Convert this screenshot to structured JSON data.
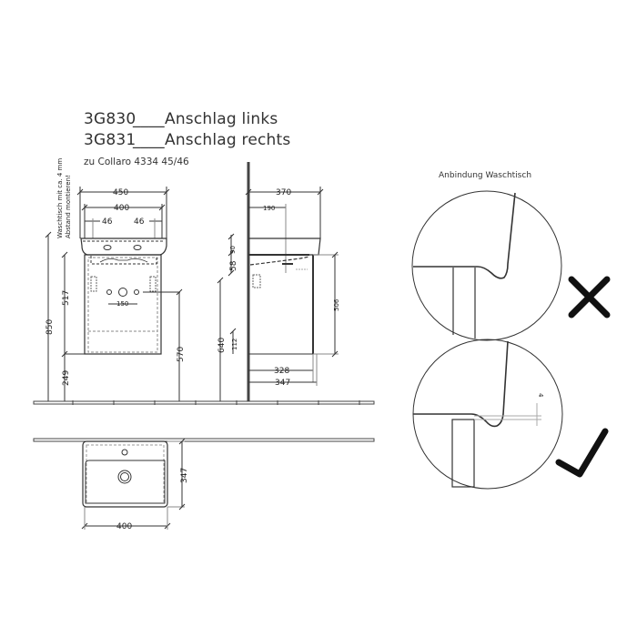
{
  "header": {
    "line1_code": "3G830",
    "line1_label": "Anschlag links",
    "line2_code": "3G831",
    "line2_label": "Anschlag rechts",
    "subtitle": "zu Collaro 4334 45/46",
    "separator": "____"
  },
  "front_view": {
    "side_note_line1": "Waschtisch mit ca. 4 mm",
    "side_note_line2": "Abstand montieren!",
    "dims": {
      "overall_width": "450",
      "basin_width": "400",
      "left_offset": "46",
      "right_offset": "46",
      "total_height": "850",
      "cabinet_height": "517",
      "floor_clearance": "249",
      "drain_height": "570",
      "drain_spacing": "150"
    }
  },
  "side_view": {
    "dims": {
      "depth": "370",
      "drain_center": "190",
      "basin_height": "90",
      "gap": "58",
      "cabinet_height": "506",
      "mount_height": "640",
      "bottom_offset": "112",
      "inner_depth": "328",
      "outer_depth": "347"
    }
  },
  "top_view": {
    "dims": {
      "width": "400",
      "depth": "347"
    }
  },
  "detail": {
    "title": "Anbindung Waschtisch",
    "gap_label": "4",
    "wrong_mark": "cross-icon",
    "right_mark": "check-icon"
  }
}
